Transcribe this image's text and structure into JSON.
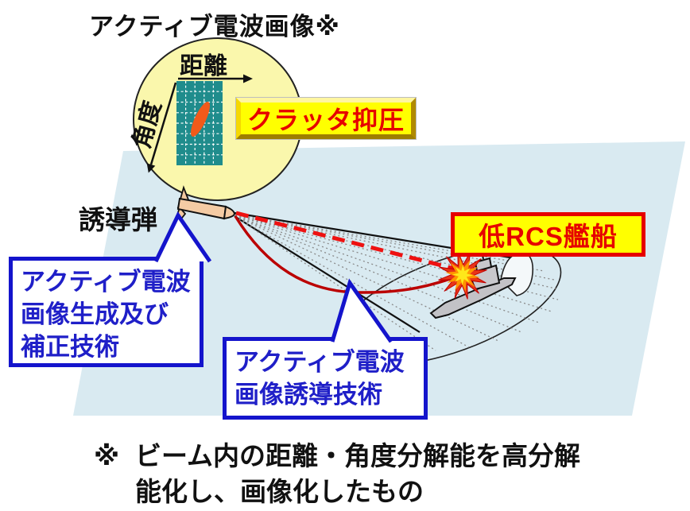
{
  "diagram": {
    "title": "アクティブ電波画像※",
    "inset": {
      "range_label": "距離",
      "angle_label": "角度"
    },
    "labels": {
      "missile": "誘導弾"
    },
    "callouts": {
      "clutter": "クラッタ抑圧",
      "ship": "低RCS艦船"
    },
    "bubbles": {
      "generation": {
        "lines": [
          "アクティブ電波",
          "画像生成及び",
          "補正技術"
        ]
      },
      "guidance": {
        "lines": [
          "アクティブ電波",
          "画像誘導技術"
        ]
      }
    },
    "footnote": {
      "marker": "※",
      "lines": [
        "ビーム内の距離・角度分解能を高分解",
        "能化し、画像化したもの"
      ]
    },
    "colors": {
      "sea": "#D9EAF1",
      "inset_circle": "#FAF7AC",
      "radar_grid": "#1F8C8C",
      "target_blob": "#F25A1A",
      "highlight_yellow": "#FFFF00",
      "alert_red": "#E60000",
      "callout_blue": "#1414CC",
      "trajectory_red": "#BB0000"
    }
  }
}
